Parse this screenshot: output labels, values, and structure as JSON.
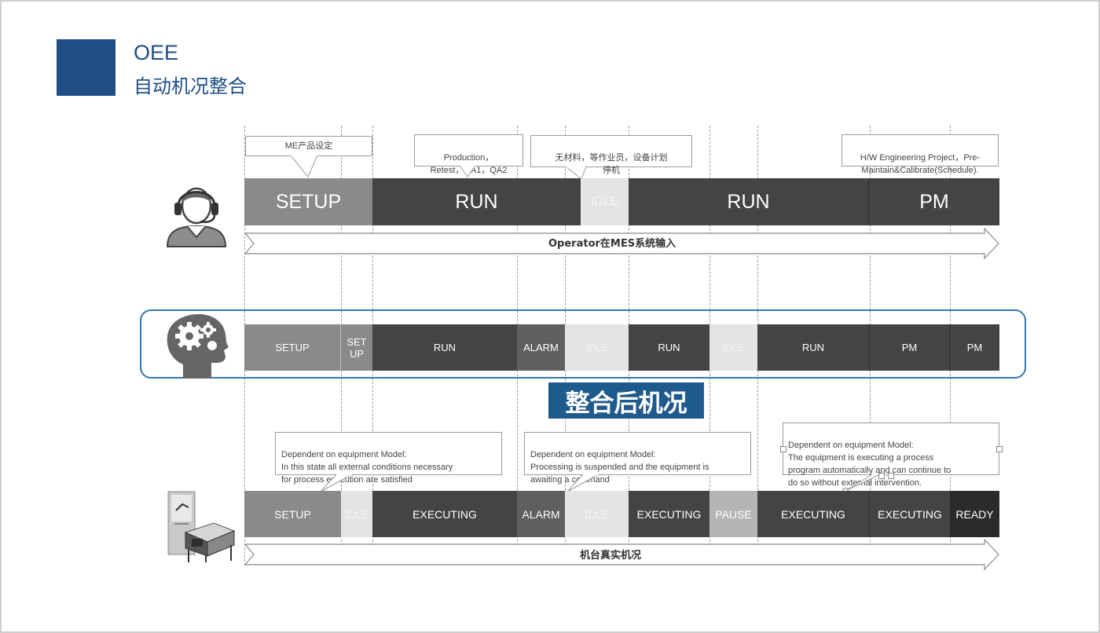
{
  "header": {
    "title_line1": "OEE",
    "title_line2": "自动机况整合",
    "accent_color": "#1f4e85"
  },
  "operator_row": {
    "icon": "operator-headset-icon",
    "segments": [
      {
        "label": "SETUP"
      },
      {
        "label": "RUN"
      },
      {
        "label": "IDLE"
      },
      {
        "label": "RUN"
      },
      {
        "label": "PM"
      }
    ],
    "arrow_label": "Operator在MES系统输入",
    "callouts": [
      {
        "text": "ME产品设定"
      },
      {
        "text": "Production，\nRetest，QA1，QA2"
      },
      {
        "text": "无材料，等作业员，设备计划\n停机"
      },
      {
        "text": "H/W Engineering Project，Pre-\nMaintain&Calibrate(Schedule)."
      }
    ]
  },
  "merged_row": {
    "icon": "brain-gear-icon",
    "segments": [
      {
        "label": "SETUP"
      },
      {
        "label": "SET\nUP"
      },
      {
        "label": "RUN"
      },
      {
        "label": "ALARM"
      },
      {
        "label": "IDLE"
      },
      {
        "label": "RUN"
      },
      {
        "label": "IDLE"
      },
      {
        "label": "RUN"
      },
      {
        "label": "PM"
      },
      {
        "label": "PM"
      }
    ],
    "caption": "整合后机况",
    "highlight_color": "#2f78b7"
  },
  "machine_row": {
    "icon": "machine-equipment-icon",
    "segments": [
      {
        "label": "SETUP"
      },
      {
        "label": "IDLE"
      },
      {
        "label": "EXECUTING"
      },
      {
        "label": "ALARM"
      },
      {
        "label": "IDLE"
      },
      {
        "label": "EXECUTING"
      },
      {
        "label": "PAUSE"
      },
      {
        "label": "EXECUTING"
      },
      {
        "label": "EXECUTING"
      },
      {
        "label": "READY"
      }
    ],
    "arrow_label": "机台真实机况",
    "callouts": [
      {
        "text": "Dependent on equipment Model:\nIn this state all external conditions necessary\nfor process execution are satisfied"
      },
      {
        "text": "Dependent on equipment Model:\nProcessing is suspended and the equipment is\nawaiting a command"
      },
      {
        "text": "Dependent on equipment Model:\nThe equipment is executing a process\nprogram automatically and can continue to\ndo so without external intervention."
      }
    ]
  }
}
